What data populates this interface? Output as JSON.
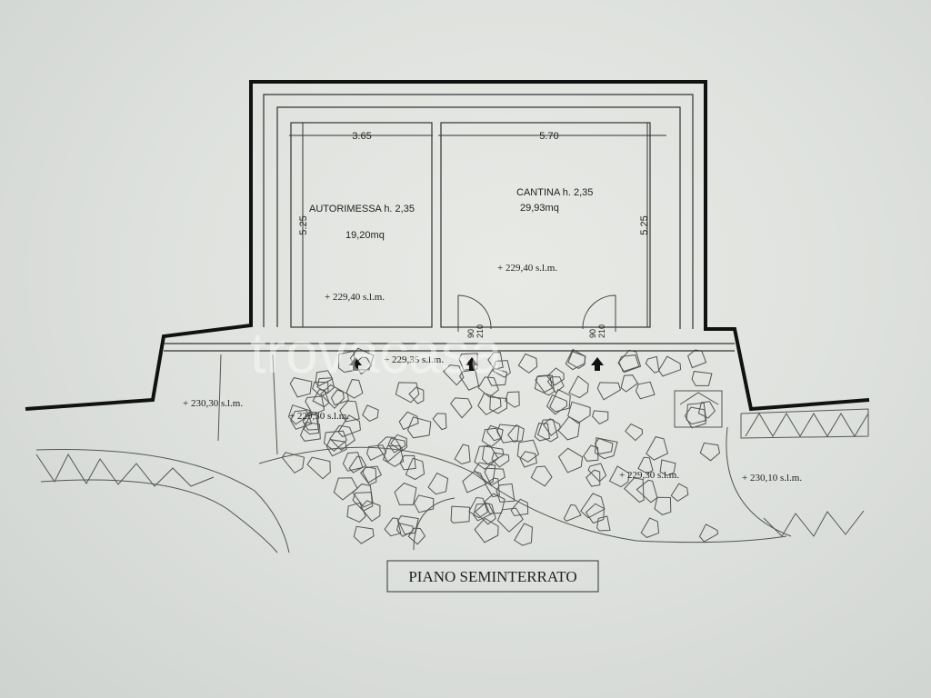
{
  "drawing": {
    "title": "PIANO SEMINTERRATO",
    "watermark": "trovacasa",
    "rooms": [
      {
        "name": "AUTORIMESSA h. 2,35",
        "area": "19,20mq",
        "level": "+ 229,40 s.l.m.",
        "width_dim": "3.65",
        "depth_dim": "5.25"
      },
      {
        "name": "CANTINA h. 2,35",
        "area": "29,93mq",
        "level": "+ 229,40 s.l.m.",
        "width_dim": "5.70",
        "depth_dim": "5.25"
      }
    ],
    "doors": [
      {
        "width": "90",
        "height": "210"
      },
      {
        "width": "90",
        "height": "210"
      }
    ],
    "levels": {
      "porch": "+ 229,35 s.l.m.",
      "left_terrain": "+ 230,30 s.l.m.",
      "garden_left": "+ 229,30 s.l.m.",
      "garden_right": "+ 229,30 s.l.m.",
      "right_terrain": "+ 230,10 s.l.m."
    }
  }
}
